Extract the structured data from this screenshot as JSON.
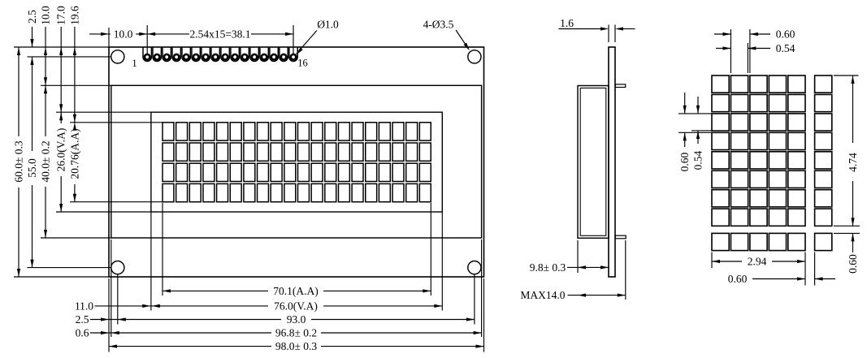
{
  "drawing": {
    "background": "#ffffff",
    "line_color": "#000000"
  },
  "front_view": {
    "pins": {
      "count": 16,
      "first_label": "1",
      "last_label": "16"
    },
    "character_grid": {
      "columns": 20,
      "rows": 4
    },
    "mount_holes": 4,
    "dims": {
      "pin1_offset": "10.0",
      "pin_pitch": "2.54x15=38.1",
      "pin_hole_dia": "Ø1.0",
      "mount_hole_dia": "4-Ø3.5",
      "top_to_hole": "2.5",
      "top_to_bezel": "10.0",
      "top_to_va": "17.0",
      "top_to_aa": "19.6",
      "total_height": "60.0± 0.3",
      "hole_span_v": "55.0",
      "bezel_height": "40.0± 0.2",
      "va_height": "26.0(V.A)",
      "aa_height": "20.76(A.A)",
      "va_left": "11.0",
      "hole_left": "2.5",
      "bezel_left": "0.6",
      "aa_width": "70.1(A.A)",
      "va_width": "76.0(V.A)",
      "hole_span_h": "93.0",
      "bezel_width": "96.8± 0.2",
      "total_width": "98.0± 0.3"
    }
  },
  "side_view": {
    "dims": {
      "pcb_thickness": "1.6",
      "module_thickness": "9.8± 0.3",
      "max_thickness": "MAX14.0"
    }
  },
  "dot_detail": {
    "dot_matrix": {
      "columns": 5,
      "rows": 8
    },
    "dims": {
      "dot_pitch_h": "0.60",
      "dot_width": "0.54",
      "dot_pitch_v": "0.60",
      "dot_height": "0.54",
      "char_width": "2.94",
      "char_height": "4.74",
      "char_gap_v": "0.60",
      "char_gap_h": "0.60"
    }
  }
}
